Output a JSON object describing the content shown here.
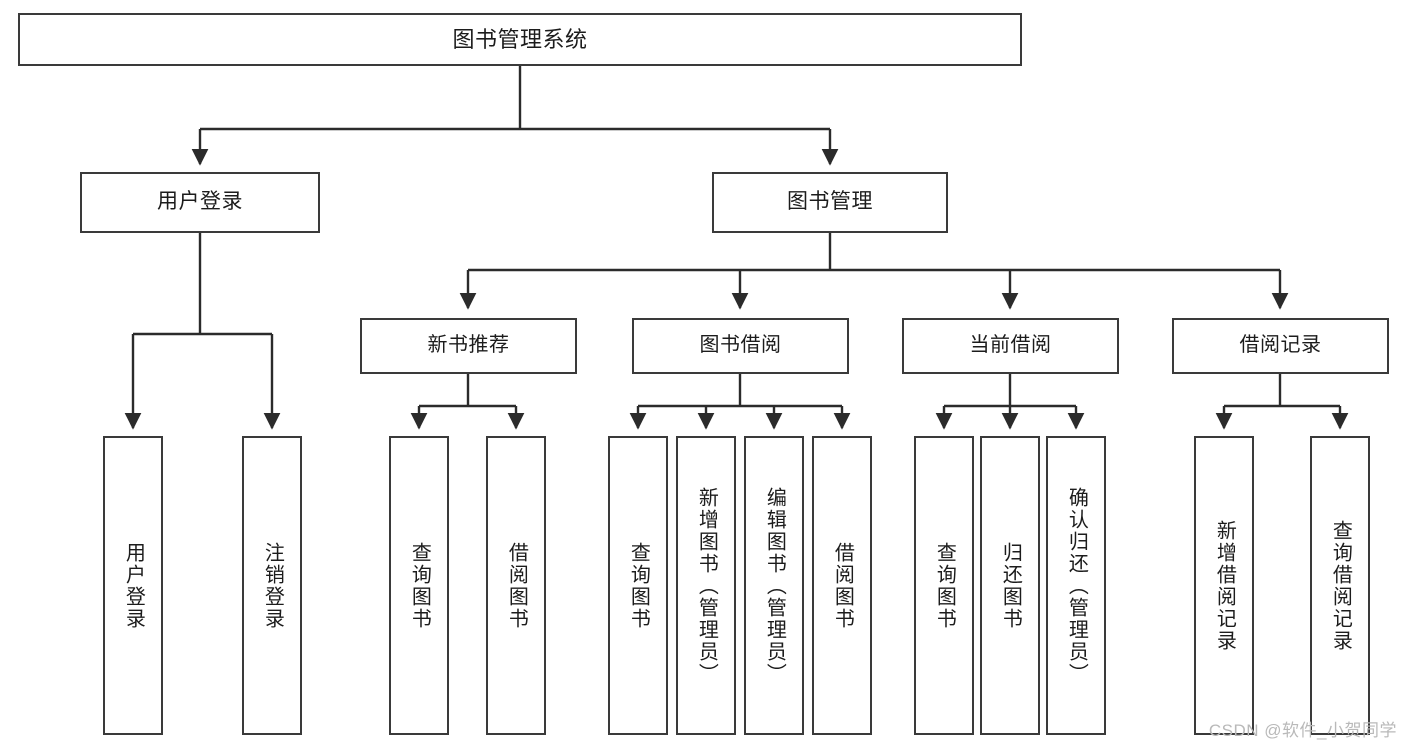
{
  "diagram": {
    "title": "图书管理系统",
    "type": "功能结构图",
    "colors": {
      "background": "#ffffff",
      "box_border": "#3a3a3a",
      "box_fill": "#ffffff",
      "text": "#1c1c1c",
      "connector": "#2b2b2b",
      "watermark": "#b9b9b9"
    },
    "watermark": "CSDN @软件_小贺同学",
    "root": {
      "label": "图书管理系统"
    },
    "level1": [
      {
        "id": "user-login",
        "label": "用户登录"
      },
      {
        "id": "book-manage",
        "label": "图书管理"
      }
    ],
    "level2": [
      {
        "id": "new-book-recommend",
        "label": "新书推荐"
      },
      {
        "id": "book-borrow",
        "label": "图书借阅"
      },
      {
        "id": "current-borrow",
        "label": "当前借阅"
      },
      {
        "id": "borrow-record",
        "label": "借阅记录"
      }
    ],
    "leaves": {
      "user-login": [
        {
          "id": "leaf-user-login",
          "label": "用户登录"
        },
        {
          "id": "leaf-logout-login",
          "label": "注销登录"
        }
      ],
      "new-book-recommend": [
        {
          "id": "leaf-query-book-1",
          "label": "查询图书"
        },
        {
          "id": "leaf-borrow-book-1",
          "label": "借阅图书"
        }
      ],
      "book-borrow": [
        {
          "id": "leaf-query-book-2",
          "label": "查询图书"
        },
        {
          "id": "leaf-add-book",
          "label": "新增图书（管理员）"
        },
        {
          "id": "leaf-edit-book",
          "label": "编辑图书（管理员）"
        },
        {
          "id": "leaf-borrow-book-2",
          "label": "借阅图书"
        }
      ],
      "current-borrow": [
        {
          "id": "leaf-query-book-3",
          "label": "查询图书"
        },
        {
          "id": "leaf-return-book",
          "label": "归还图书"
        },
        {
          "id": "leaf-confirm-return",
          "label": "确认归还（管理员）"
        }
      ],
      "borrow-record": [
        {
          "id": "leaf-add-record",
          "label": "新增借阅记录"
        },
        {
          "id": "leaf-query-record",
          "label": "查询借阅记录"
        }
      ]
    }
  }
}
